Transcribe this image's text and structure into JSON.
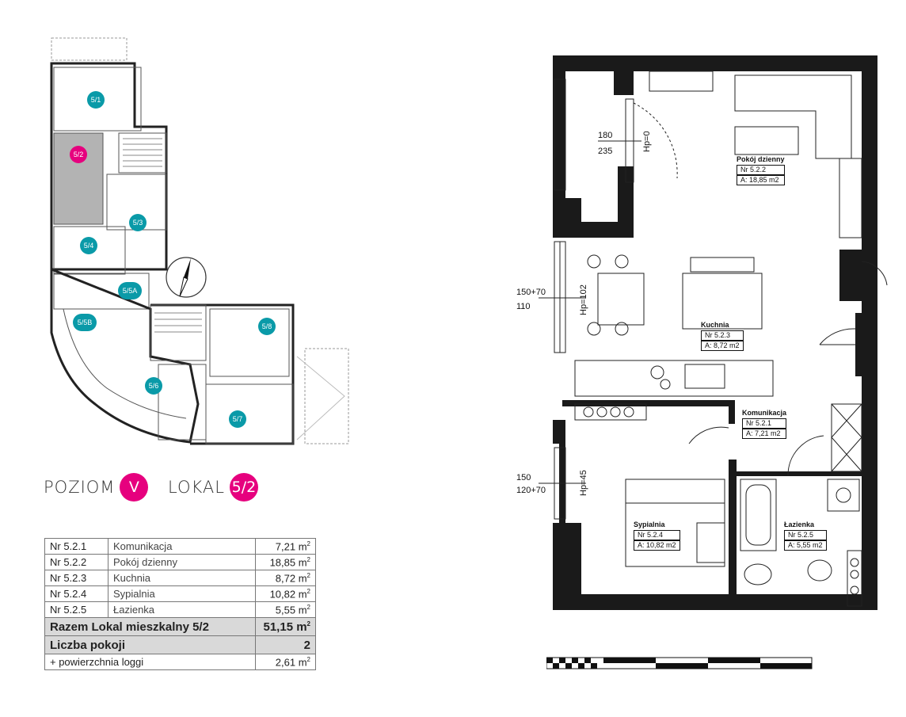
{
  "header": {
    "level_word": "POZIOM",
    "level_value": "V",
    "unit_word": "LOKAL",
    "unit_value": "5/2"
  },
  "colors": {
    "accent": "#e6007e",
    "unit_pin": "#0a9aa8",
    "wall": "#1a1a1a",
    "selected_unit": "#b3b3b3"
  },
  "keyplan": {
    "units": [
      {
        "label": "5/1",
        "selected": false
      },
      {
        "label": "5/2",
        "selected": true
      },
      {
        "label": "5/3",
        "selected": false
      },
      {
        "label": "5/4",
        "selected": false
      },
      {
        "label": "5/5A",
        "selected": false
      },
      {
        "label": "5/5B",
        "selected": false
      },
      {
        "label": "5/6",
        "selected": false
      },
      {
        "label": "5/7",
        "selected": false
      },
      {
        "label": "5/8",
        "selected": false
      }
    ],
    "compass_icon": "north-arrow-icon"
  },
  "rooms": [
    {
      "nr": "Nr 5.2.1",
      "name": "Komunikacja",
      "area": "7,21 m",
      "unit_sup": "2"
    },
    {
      "nr": "Nr 5.2.2",
      "name": "Pokój dzienny",
      "area": "18,85 m",
      "unit_sup": "2"
    },
    {
      "nr": "Nr 5.2.3",
      "name": "Kuchnia",
      "area": "8,72 m",
      "unit_sup": "2"
    },
    {
      "nr": "Nr 5.2.4",
      "name": "Sypialnia",
      "area": "10,82 m",
      "unit_sup": "2"
    },
    {
      "nr": "Nr 5.2.5",
      "name": "Łazienka",
      "area": "5,55 m",
      "unit_sup": "2"
    }
  ],
  "totals": {
    "total_label": "Razem Lokal mieszkalny 5/2",
    "total_area": "51,15 m",
    "total_sup": "2",
    "rooms_label": "Liczba pokoji",
    "rooms_count": "2",
    "loggia_label": "+ powierzchnia loggi",
    "loggia_area": "2,61 m",
    "loggia_sup": "2"
  },
  "plan": {
    "labels": [
      {
        "name": "Pokój dzienny",
        "nr": "Nr 5.2.2",
        "area": "A: 18,85 m2"
      },
      {
        "name": "Kuchnia",
        "nr": "Nr 5.2.3",
        "area": "A: 8,72 m2"
      },
      {
        "name": "Komunikacja",
        "nr": "Nr 5.2.1",
        "area": "A: 7,21 m2"
      },
      {
        "name": "Sypialnia",
        "nr": "Nr 5.2.4",
        "area": "A: 10,82 m2"
      },
      {
        "name": "Łazienka",
        "nr": "Nr 5.2.5",
        "area": "A: 5,55 m2"
      }
    ],
    "dims": {
      "d1_top": "180",
      "d1_bot": "235",
      "d1_hp": "Hp=0",
      "d2_top": "150+70",
      "d2_bot": "110",
      "d2_hp": "Hp=102",
      "d3_top": "150",
      "d3_bot": "120+70",
      "d3_hp": "Hp=45"
    }
  },
  "scale_bar_icon": "scale-bar-icon"
}
